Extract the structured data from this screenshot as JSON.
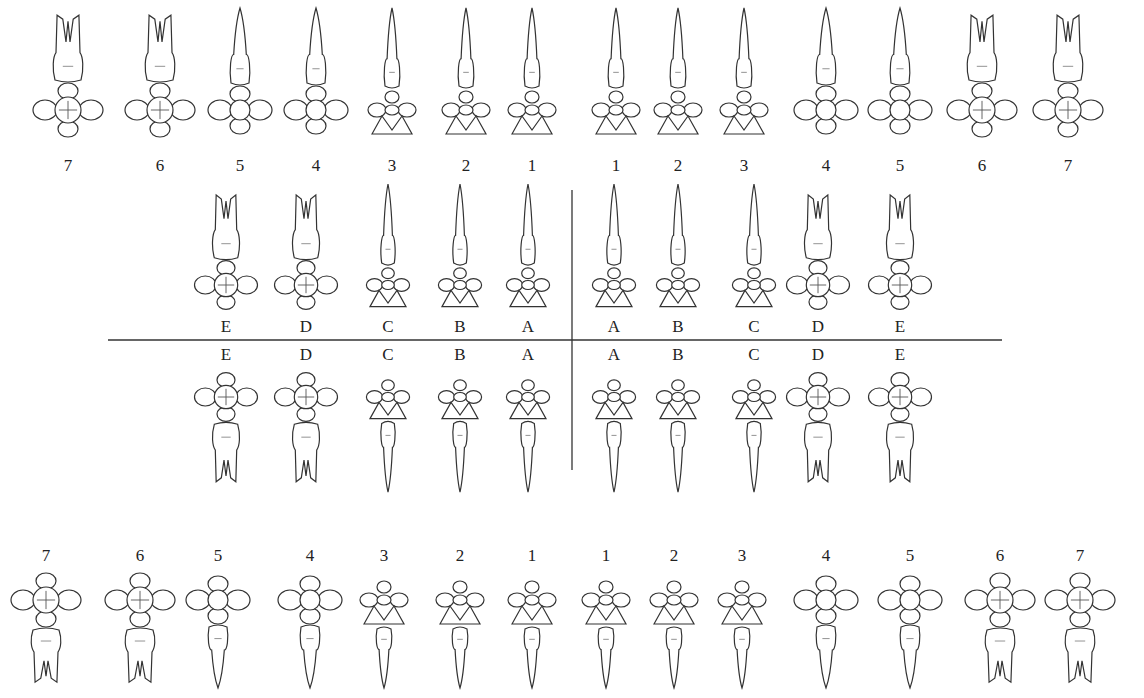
{
  "diagram": {
    "labels": [
      "7",
      "6",
      "5",
      "4",
      "3",
      "2",
      "1",
      "1",
      "2",
      "3",
      "4",
      "5",
      "6",
      "7",
      "E",
      "D",
      "C",
      "B",
      "A",
      "A",
      "B",
      "C",
      "D",
      "E",
      "E",
      "D",
      "C",
      "B",
      "A",
      "A",
      "B",
      "C",
      "D",
      "E",
      "7",
      "6",
      "5",
      "4",
      "3",
      "2",
      "1",
      "1",
      "2",
      "3",
      "4",
      "5",
      "6",
      "7"
    ]
  }
}
